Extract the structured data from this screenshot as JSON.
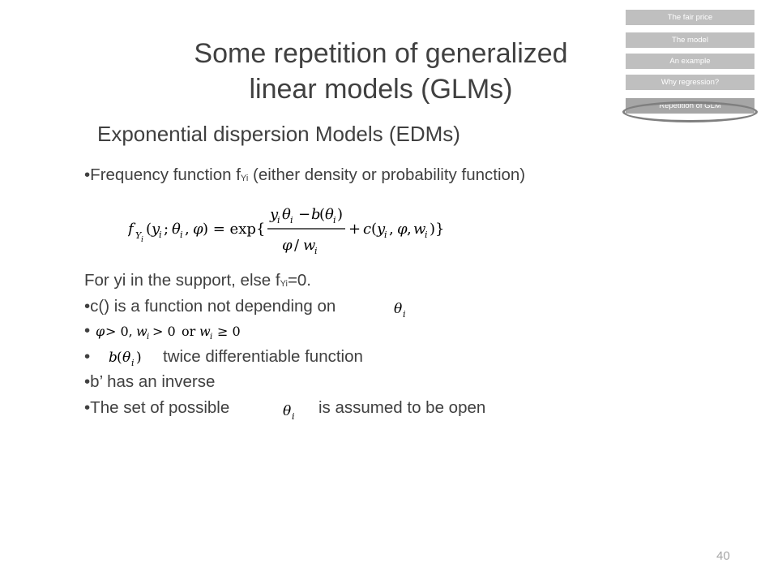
{
  "nav": {
    "items": [
      {
        "label": "The fair price"
      },
      {
        "label": "The model"
      },
      {
        "label": "An example"
      },
      {
        "label": "Why regression?"
      },
      {
        "label": "Repetition of GLM"
      }
    ]
  },
  "slide": {
    "title": "Some repetition of generalized linear models (GLMs)",
    "subtitle": "Exponential dispersion Models (EDMs)",
    "bullet1_pre": "•Frequency function f",
    "bullet1_sub": "Yi",
    "bullet1_post": " (either density or probability function)",
    "support_pre": "For yi in the support, else f",
    "support_sub": "Yi",
    "support_post": "=0.",
    "bullet_c": "•c() is a function not depending on",
    "bullet_dot": "•",
    "bullet_b_text": "twice differentiable function",
    "bullet_inverse": "•b’ has an inverse",
    "bullet_set_pre": "•The set of possible",
    "bullet_set_post": "is assumed to be open",
    "page_number": "40"
  }
}
